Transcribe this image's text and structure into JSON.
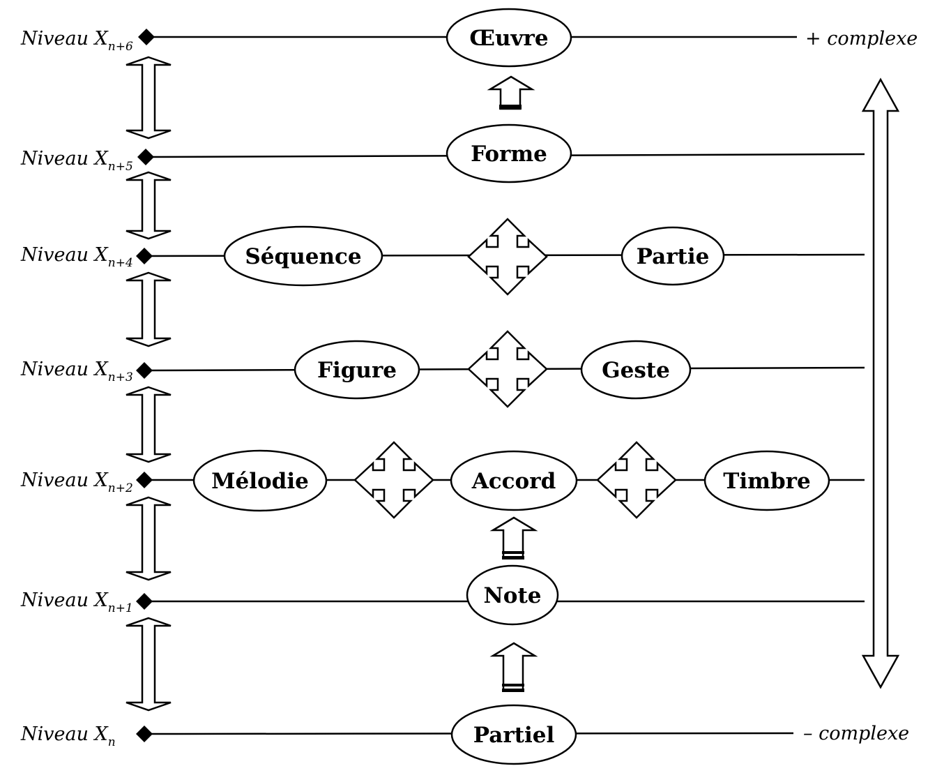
{
  "levels": [
    {
      "prefix": "Niveau X",
      "sub": "n+6"
    },
    {
      "prefix": "Niveau X",
      "sub": "n+5"
    },
    {
      "prefix": "Niveau X",
      "sub": "n+4"
    },
    {
      "prefix": "Niveau X",
      "sub": "n+3"
    },
    {
      "prefix": "Niveau X",
      "sub": "n+2"
    },
    {
      "prefix": "Niveau X",
      "sub": "n+1"
    },
    {
      "prefix": "Niveau X",
      "sub": "n"
    }
  ],
  "nodes": {
    "oeuvre": "Œuvre",
    "forme": "Forme",
    "sequence": "Séquence",
    "partie": "Partie",
    "figure": "Figure",
    "geste": "Geste",
    "melodie": "Mélodie",
    "accord": "Accord",
    "timbre": "Timbre",
    "note": "Note",
    "partiel": "Partiel"
  },
  "scale": {
    "top": "+ complexe",
    "bottom": "– complexe"
  }
}
